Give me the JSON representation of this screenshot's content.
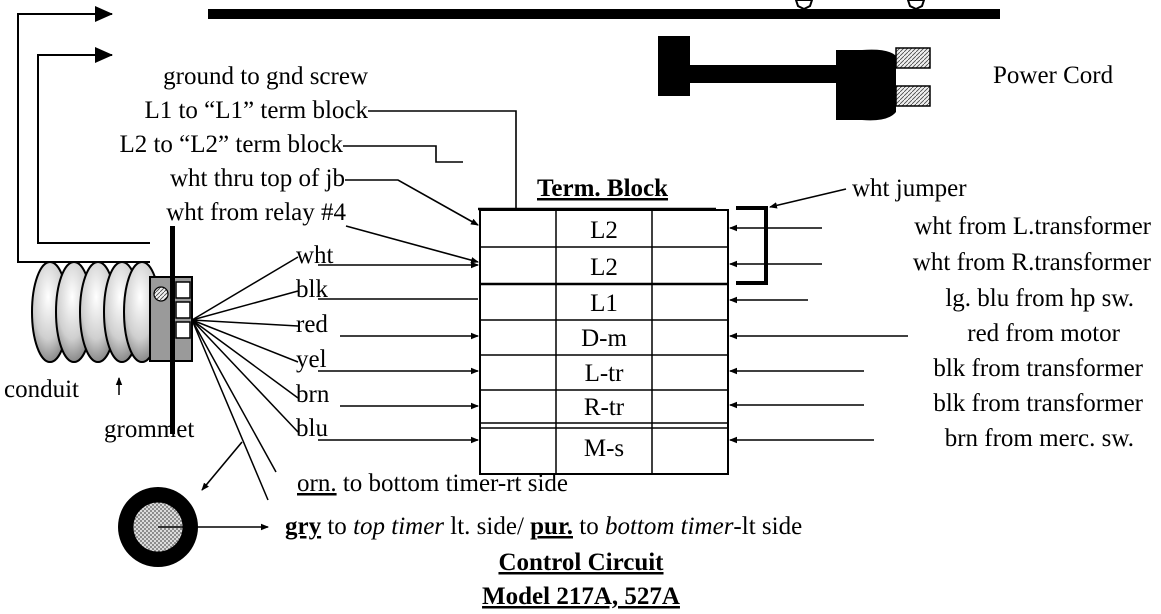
{
  "labels": {
    "power_cord": "Power Cord",
    "conduit": "conduit",
    "grommet": "grommet"
  },
  "term_block": {
    "title": "Term. Block",
    "terminals": [
      "L2",
      "L2",
      "L1",
      "D-m",
      "L-tr",
      "R-tr",
      "M-s"
    ]
  },
  "left_wires": [
    "ground to gnd screw",
    "L1 to “L1” term block",
    "L2 to “L2” term block",
    "wht thru top of jb",
    "wht from relay #4",
    "wht",
    "blk",
    "red",
    "yel",
    "brn",
    "blu"
  ],
  "right_wires": [
    "wht jumper",
    "wht from L.transformer",
    "wht from R.transformer",
    "lg. blu from hp sw.",
    "red from motor",
    "blk from transformer",
    "blk from transformer",
    "brn from merc. sw."
  ],
  "bottom_notes": {
    "orn_color": "orn.",
    "orn_text": " to bottom timer-rt side",
    "gry_color": "gry",
    "gry_mid": " to ",
    "gry_top_timer": "top timer",
    "gry_side": " lt. side/ ",
    "pur_color": "pur.",
    "pur_mid": " to ",
    "pur_bottom_timer": "bottom timer",
    "pur_side": "-lt side"
  },
  "footer": {
    "title": "Control Circuit",
    "model": "Model 217A, 527A"
  }
}
